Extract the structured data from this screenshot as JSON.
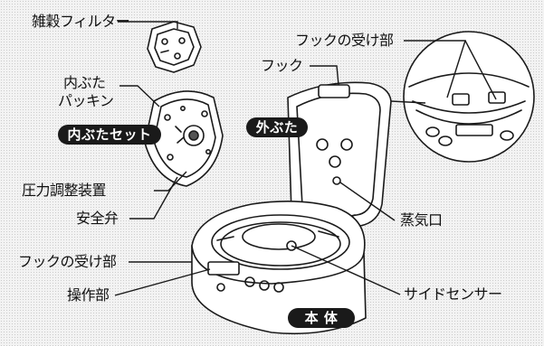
{
  "labels": {
    "zatsu_filter": "雑穀フィルター",
    "uchibuta_packing_1": "内ぶた",
    "uchibuta_packing_2": "パッキン",
    "uchibuta_set": "内ぶたセット",
    "atsuryoku_chousei": "圧力調整装置",
    "anzenben": "安全弁",
    "hook_ukebu_left": "フックの受け部",
    "sousabu": "操作部",
    "hook_ukebu_top": "フックの受け部",
    "hook": "フック",
    "sotobuta": "外ぶた",
    "jouki_guchi": "蒸気口",
    "side_sensor": "サイドセンサー",
    "hontai": "本 体"
  }
}
